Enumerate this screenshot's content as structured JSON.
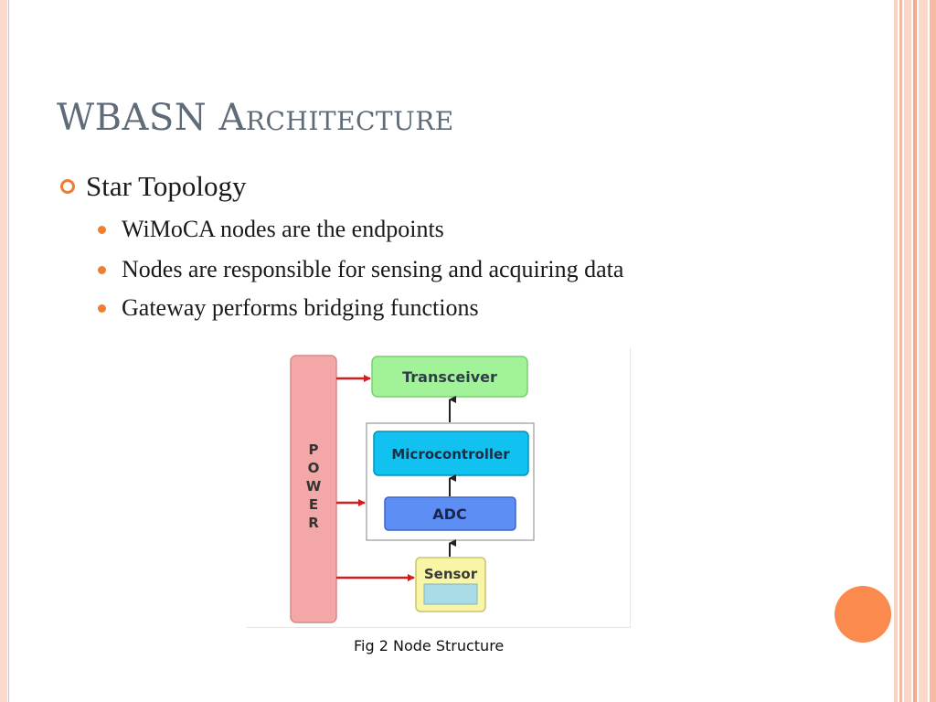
{
  "slide": {
    "title_part1": "WBASN ",
    "title_part2": "Architecture",
    "bullet_l1": "Star Topology",
    "bullets_l2": [
      "WiMoCA nodes are the endpoints",
      "Nodes are responsible for sensing and acquiring data",
      "Gateway performs bridging functions"
    ],
    "caption": "Fig 2 Node Structure"
  },
  "diagram": {
    "power_letters": [
      "P",
      "O",
      "W",
      "E",
      "R"
    ],
    "transceiver": "Transceiver",
    "microcontroller": "Microcontroller",
    "adc": "ADC",
    "sensor": "Sensor"
  },
  "colors": {
    "accent": "#f07d33",
    "title": "#5f6b78",
    "power_fill": "#f4a7a7",
    "transceiver_fill": "#a2f29a",
    "microcontroller_fill": "#11c1f0",
    "adc_fill": "#5d8ef3",
    "sensor_fill": "#f8f6a6",
    "arrow_red": "#d11d1d"
  }
}
